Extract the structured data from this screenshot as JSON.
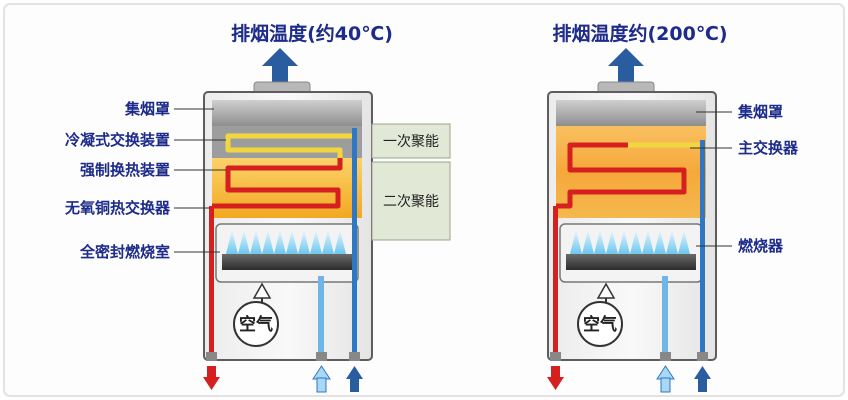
{
  "left_unit": {
    "title": "排烟温度(约40℃)",
    "labels": {
      "hood": "集烟罩",
      "condensing": "冷凝式交换装置",
      "forced": "强制换热装置",
      "copper": "无氧铜热交换器",
      "chamber": "全密封燃烧室"
    },
    "energy_boxes": {
      "primary": "一次聚能",
      "secondary": "二次聚能"
    },
    "air": "空气"
  },
  "right_unit": {
    "title": "排烟温度约(200℃)",
    "labels": {
      "hood": "集烟罩",
      "exchanger": "主交换器",
      "burner": "燃烧器"
    },
    "air": "空气"
  },
  "colors": {
    "label_text": "#1d2b8a",
    "exhaust_arrow": "#2a5d9f",
    "hot_pipe": "#d62020",
    "cold_pipe": "#2f76c4",
    "inlet_pipe": "#6fb6e6",
    "heat_zone": "#f7b733",
    "condense_zone": "#9d9d9d"
  }
}
